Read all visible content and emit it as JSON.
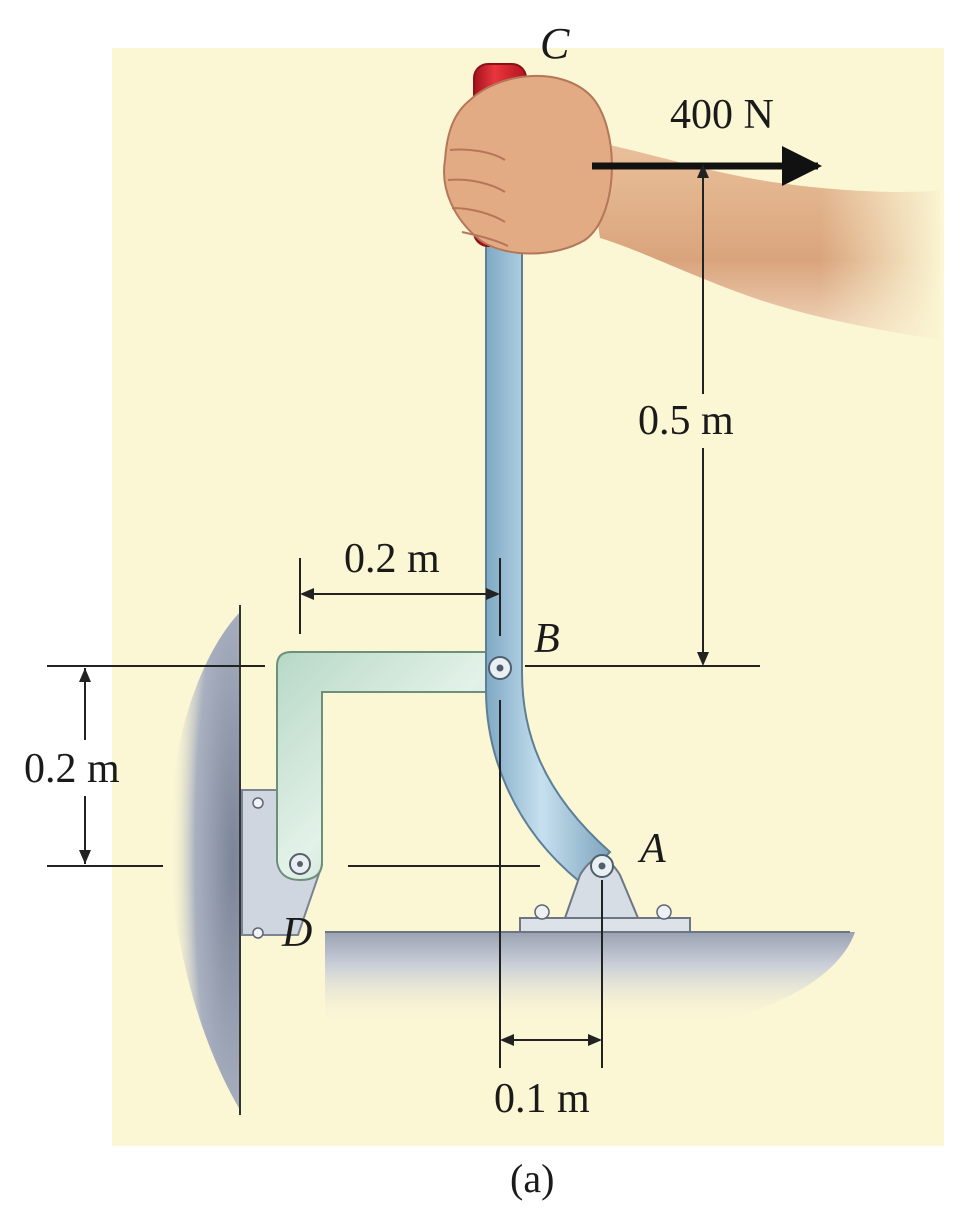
{
  "points": {
    "c": "C",
    "b": "B",
    "a": "A",
    "d": "D"
  },
  "force": {
    "label": "400 N"
  },
  "dimensions": {
    "bc_vertical": "0.5 m",
    "db_horizontal": "0.2 m",
    "d_vertical": "0.2 m",
    "ab_horizontal": "0.1 m"
  },
  "caption": "(a)",
  "colors": {
    "background": "#fbf6d4",
    "lever": "#a9cbe0",
    "bracket": "#c8e2d2",
    "grip": "#d41f2a",
    "skin": "#e9b48c",
    "ground": "#cfd3db"
  }
}
